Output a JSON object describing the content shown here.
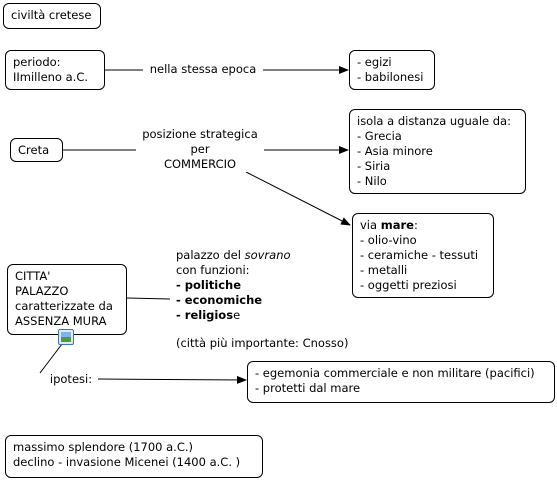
{
  "title": "civiltà cretese",
  "periodo": {
    "line1": "periodo:",
    "line2": "IImilleno a.C."
  },
  "stessa_epoca_label": "nella stessa epoca",
  "popoli": [
    "- egizi",
    "- babilonesi"
  ],
  "creta": "Creta",
  "posizione_label": {
    "line1": "posizione strategica",
    "line2": "per",
    "line3": "COMMERCIO"
  },
  "isola": {
    "heading": "isola a distanza uguale da:",
    "items": [
      "- Grecia",
      "- Asia minore",
      "- Siria",
      "- Nilo"
    ]
  },
  "via_mare": {
    "prefix": "via ",
    "strong": "mare",
    "suffix": ":",
    "items": [
      "- olio-vino",
      "- ceramiche - tessuti",
      "- metalli",
      "- oggetti preziosi"
    ]
  },
  "citta": {
    "line1": "CITTA'",
    "line2": "PALAZZO",
    "line3": "caratterizzate da",
    "line4": "ASSENZA MURA"
  },
  "palazzo": {
    "line1_a": "palazzo del ",
    "line1_b": "sovrano",
    "line2": "con funzioni:",
    "f1": "- politiche",
    "f2": "- economiche",
    "f3_bold": "- religios",
    "f3_tail": "e",
    "note": "(città più importante: Cnosso)"
  },
  "ipotesi_label": "ipotesi:",
  "ipotesi_items": [
    "- egemonia commerciale e non militare (pacifici)",
    "- protetti dal mare"
  ],
  "periodi": [
    "massimo splendore (1700 a.C.)",
    "declino - invasione Micenei (1400 a.C. )"
  ],
  "icon": "image-icon",
  "colors": {
    "border": "#000000",
    "background": "#ffffff",
    "icon": "#3a78b5"
  }
}
